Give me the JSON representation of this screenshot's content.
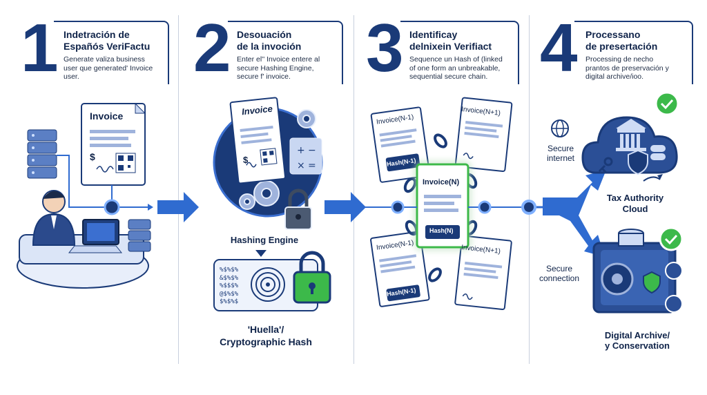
{
  "steps": [
    {
      "number": "1",
      "title_line1": "Indetración de",
      "title_line2": "Españós VeriFactu",
      "desc_line1": "Generate valiza business",
      "desc_line2": "user que generated' Invoice",
      "desc_line3": "user."
    },
    {
      "number": "2",
      "title_line1": "Desouación",
      "title_line2": "de la invoción",
      "desc_line1": "Enter el'' Invoice entere al",
      "desc_line2": "secure Hashing Engine,",
      "desc_line3": "secure f' invoice."
    },
    {
      "number": "3",
      "title_line1": "Identificay",
      "title_line2": "delnixein Verifiact",
      "desc_line1": "Sequence un Hash of (linked",
      "desc_line2": "of one form an unbreakable,",
      "desc_line3": "sequential secure chain."
    },
    {
      "number": "4",
      "title_line1": "Processano",
      "title_line2": "de presertación",
      "desc_line1": "Processing de necho",
      "desc_line2": "prantos de preservación y",
      "desc_line3": "digital archive/ioo."
    }
  ],
  "panel1": {
    "invoice_title": "Invoice",
    "currency": "$"
  },
  "panel2": {
    "invoice_title": "Invoice",
    "currency": "$",
    "engine_label": "Hashing Engine",
    "hash_symbols": [
      "%$%$%",
      "&$%$%",
      "%$$$%",
      "@$%$%",
      "$%$%$"
    ],
    "hash_label_line1": "'Huella'/",
    "hash_label_line2": "Cryptographic Hash"
  },
  "panel3": {
    "inv_nm1": "Invoice(N-1)",
    "hash_nm1": "Hash(N-1)",
    "inv_np1": "Invoice(N+1)",
    "inv_n": "Invoice(N)",
    "hash_n": "Hash(N)",
    "inv_nm1_b": "Invoice(N-1)",
    "hash_nm1_b": "Hash(N-1)",
    "inv_np1_b": "Invoice(N+1)"
  },
  "panel4": {
    "secure_internet_line1": "Secure",
    "secure_internet_line2": "internet",
    "secure_connection_line1": "Secure",
    "secure_connection_line2": "connection",
    "tax_line1": "Tax Authority",
    "tax_line2": "Cloud",
    "archive_line1": "Digital Archive/",
    "archive_line2": "y Conservation"
  },
  "colors": {
    "navy": "#1a3a78",
    "blue": "#2f6bd0",
    "light": "#e7eefb",
    "green": "#3cb94a"
  }
}
